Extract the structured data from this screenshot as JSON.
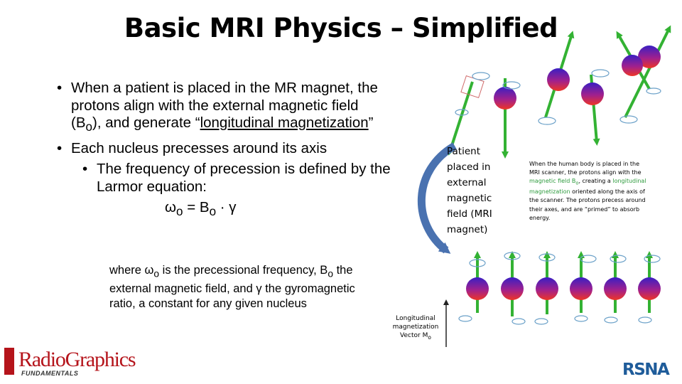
{
  "title": "Basic MRI Physics – Simplified",
  "bullet1": {
    "pre": "When a patient is placed in the MR magnet, the protons align with the external magnetic field (B",
    "sub": "o",
    "mid": "), and generate “",
    "underlined": "longitudinal magnetization",
    "post": "”"
  },
  "bullet2": "Each nucleus precesses around its axis",
  "subbullet": "The frequency of precession is defined by the Larmor equation:",
  "equation": {
    "omega": "ω",
    "omega_sub": "o",
    "equals": " = B",
    "b_sub": "o",
    "rest": "  ·  γ"
  },
  "note": {
    "p1": "where ω",
    "s1": "o",
    "p2": " is the precessional frequency, B",
    "s2": "o",
    "p3": " the external magnetic field, and γ the gyromagnetic ratio, a constant for any given nucleus"
  },
  "patient_label": "Patient placed in external magnetic field (MRI magnet)",
  "description": {
    "p1": "When the human body is placed in the MRI scanner, the protons align with the ",
    "g1": "magnetic field B",
    "gsub": "o",
    "p2": ", creating a ",
    "g2": "longitudinal magnetization",
    "p3": " oriented along the axis of the scanner.  The protons precess around their axes, and are “primed” to absorb energy."
  },
  "magnetization_label": {
    "line1": "Longitudinal",
    "line2": "magnetization",
    "line3": "Vector M",
    "sub": "o"
  },
  "logos": {
    "radiographics": "RadioGraphics",
    "fundamentals": "FUNDAMENTALS",
    "rsna": "RSNA"
  },
  "colors": {
    "arrow_green": "#33b233",
    "proton_top": "#3a1fc2",
    "proton_bottom": "#e8302a",
    "curve_arrow": "#4a72b0",
    "precession_ring": "#6aa0c8",
    "rg_red": "#b5141b",
    "rsna_blue": "#1f5c9a"
  }
}
